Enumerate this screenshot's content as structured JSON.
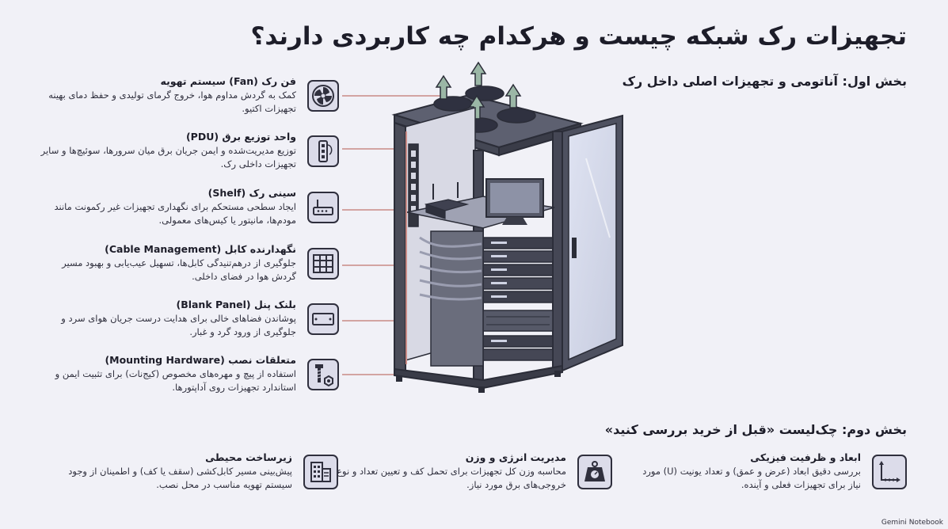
{
  "title": "تجهیزات رک شبکه چیست و هرکدام چه کاربردی دارند؟",
  "section1": "بخش اول: آناتومی و تجهیزات اصلی داخل رک",
  "section2": "بخش دوم: چک‌لیست «قبل از خرید بررسی کنید»",
  "components": [
    {
      "title": "فن رک (Fan) سیستم تهویه",
      "desc": "کمک به گردش مداوم هوا، خروج گرمای تولیدی و حفظ دمای بهینه تجهیزات اکتیو.",
      "icon": "fan-icon"
    },
    {
      "title": "واحد توزیع برق (PDU)",
      "desc": "توزیع مدیریت‌شده و ایمن جریان برق میان سرورها، سوئیچ‌ها و سایر تجهیزات داخلی رک.",
      "icon": "power-strip-icon"
    },
    {
      "title": "سینی رک (Shelf)",
      "desc": "ایجاد سطحی مستحکم برای نگهداری تجهیزات غیر رکمونت مانند مودم‌ها، مانیتور یا کیس‌های معمولی.",
      "icon": "router-icon"
    },
    {
      "title": "نگهدارنده کابل (Cable Management)",
      "desc": "جلوگیری از درهم‌تنیدگی کابل‌ها، تسهیل عیب‌یابی و بهبود مسیر گردش هوا در فضای داخلی.",
      "icon": "cable-manager-icon"
    },
    {
      "title": "بلنک پنل (Blank Panel)",
      "desc": "پوشاندن فضاهای خالی برای هدایت درست جریان هوای سرد و جلوگیری از ورود گرد و غبار.",
      "icon": "blank-panel-icon"
    },
    {
      "title": "متعلقات نصب (Mounting Hardware)",
      "desc": "استفاده از پیچ و مهره‌های مخصوص (کیج‌نات) برای تثبیت ایمن و استاندارد تجهیزات روی آداپتورها.",
      "icon": "screw-nut-icon"
    }
  ],
  "checklist": [
    {
      "title": "ابعاد و ظرفیت فیزیکی",
      "desc": "بررسی دقیق ابعاد (عرض و عمق) و تعداد یونیت (U) مورد نیاز برای تجهیزات فعلی و آینده.",
      "icon": "dimensions-icon"
    },
    {
      "title": "مدیریت انرژی و وزن",
      "desc": "محاسبه وزن کل تجهیزات برای تحمل کف و تعیین تعداد و نوع خروجی‌های برق مورد نیاز.",
      "icon": "weight-icon"
    },
    {
      "title": "زیرساخت محیطی",
      "desc": "پیش‌بینی مسیر کابل‌کشی (سقف یا کف) و اطمینان از وجود سیستم تهویه مناسب در محل نصب.",
      "icon": "building-icon"
    }
  ],
  "brand": "Gemini Notebook"
}
